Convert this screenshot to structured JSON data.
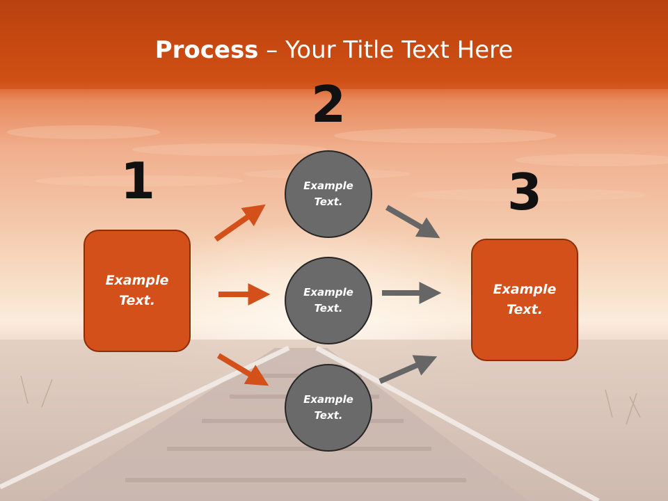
{
  "title": {
    "bold": "Process",
    "rest": " – Your Title Text Here"
  },
  "steps": [
    {
      "number": "1"
    },
    {
      "number": "2"
    },
    {
      "number": "3"
    }
  ],
  "boxes": {
    "left": {
      "text": "Example\nText."
    },
    "right": {
      "text": "Example\nText."
    }
  },
  "circles": [
    {
      "text": "Example\nText."
    },
    {
      "text": "Example\nText."
    },
    {
      "text": "Example\nText."
    }
  ],
  "colors": {
    "accent": "#d4501a",
    "circle_fill": "#6a6a6a",
    "arrow_orange": "#d4501a",
    "arrow_gray": "#666666",
    "title_bar": "#c2460f"
  }
}
